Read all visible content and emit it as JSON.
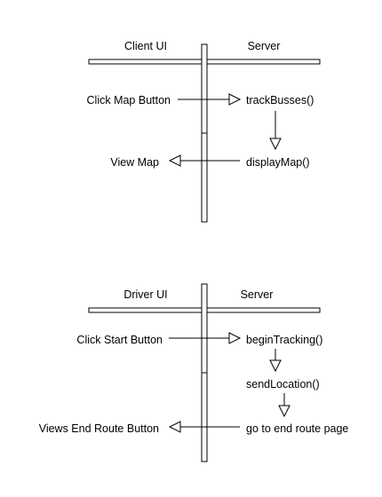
{
  "diagram1": {
    "left_header": "Client UI",
    "right_header": "Server",
    "steps": [
      "Click Map Button",
      "trackBusses()",
      "displayMap()",
      "View Map"
    ]
  },
  "diagram2": {
    "left_header": "Driver UI",
    "right_header": "Server",
    "steps": [
      "Click Start Button",
      "beginTracking()",
      "sendLocation()",
      "go to end route page",
      "Views End Route Button"
    ]
  }
}
